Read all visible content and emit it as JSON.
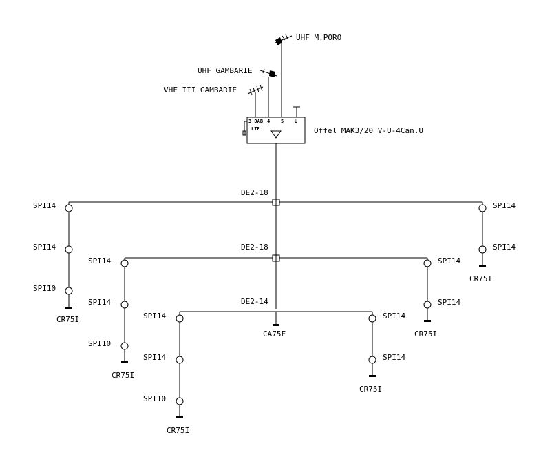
{
  "antennas": [
    {
      "id": "uhf-poro",
      "label": "UHF M.PORO"
    },
    {
      "id": "uhf-gambarie",
      "label": "UHF GAMBARIE"
    },
    {
      "id": "vhf-gambarie",
      "label": "VHF III GAMBARIE"
    }
  ],
  "amplifier": {
    "label": "Offel MAK3/20 V-U-4Can.U",
    "inputs": [
      "3+DAB",
      "4",
      "5",
      "U"
    ],
    "lte": "LTE"
  },
  "splitters": [
    "DE2-18",
    "DE2-18",
    "DE2-14"
  ],
  "taps": [
    "SPI14",
    "SPI14",
    "SPI10",
    "SPI14",
    "SPI14",
    "SPI14",
    "SPI14",
    "SPI10",
    "SPI14",
    "SPI14",
    "SPI14",
    "SPI14",
    "SPI10",
    "SPI14",
    "SPI14"
  ],
  "terminations": [
    "CR75I",
    "CR75I",
    "CR75I",
    "CR75I",
    "CR75I",
    "CR75I",
    "CA75F"
  ]
}
